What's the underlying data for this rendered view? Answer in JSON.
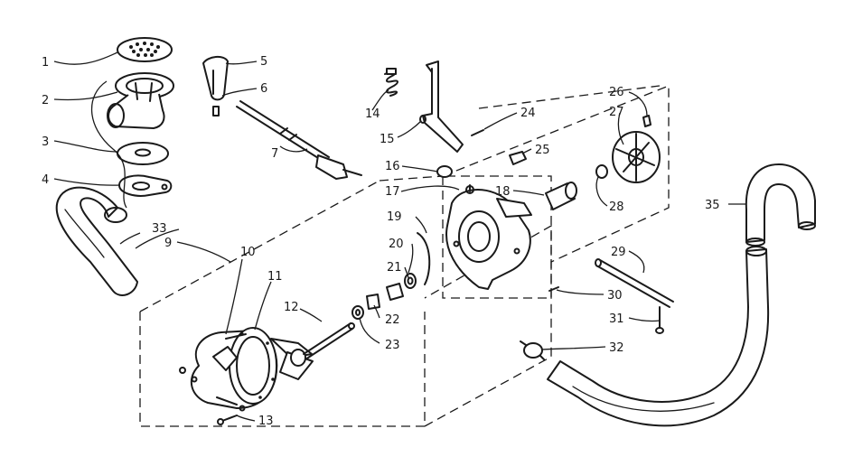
{
  "diagram": {
    "labels": [
      "1",
      "2",
      "3",
      "4",
      "5",
      "6",
      "7",
      "9",
      "10",
      "11",
      "12",
      "13",
      "14",
      "15",
      "16",
      "17",
      "18",
      "19",
      "20",
      "21",
      "22",
      "23",
      "24",
      "25",
      "26",
      "27",
      "28",
      "29",
      "30",
      "31",
      "32",
      "33",
      "35"
    ]
  }
}
